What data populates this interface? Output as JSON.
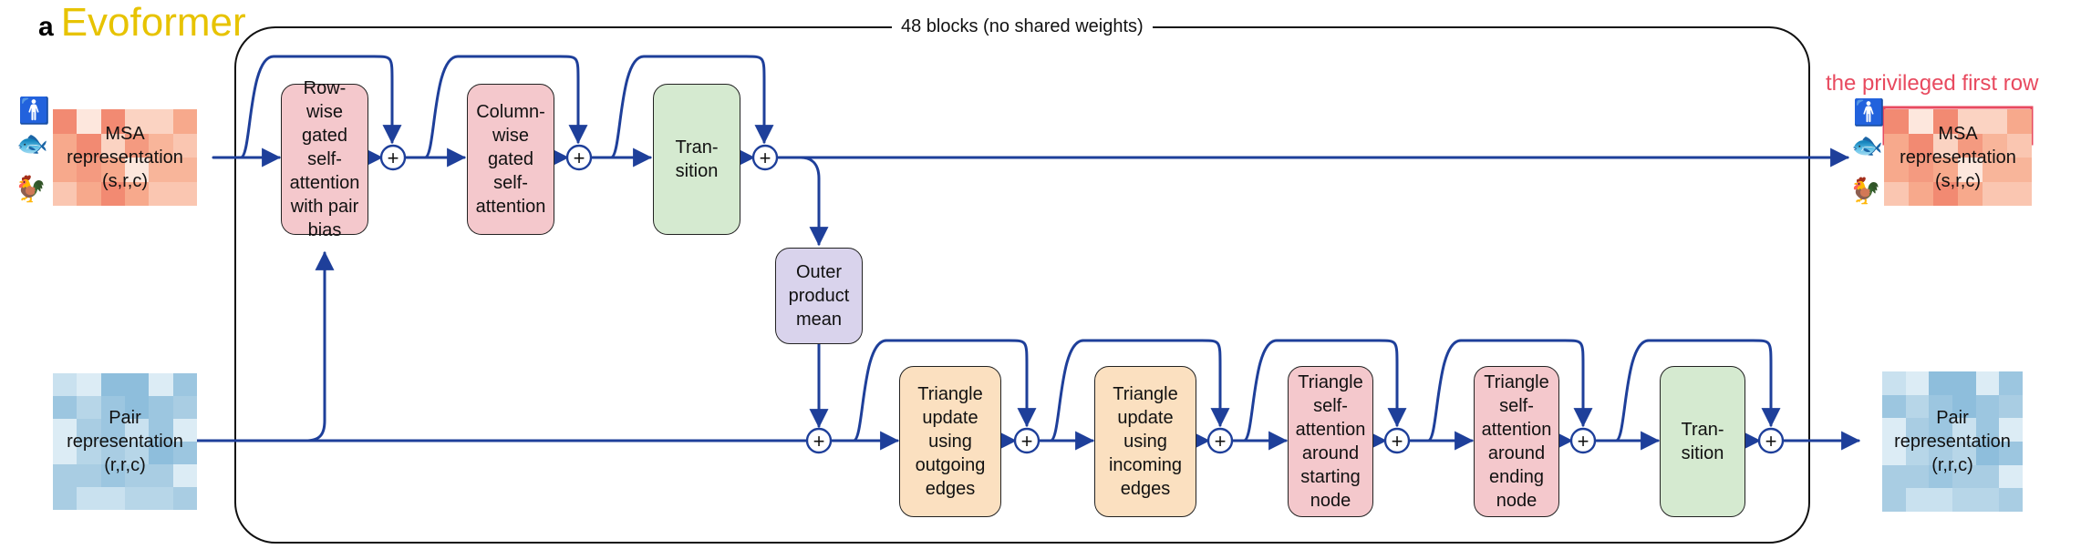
{
  "title": {
    "letter": "a",
    "text": "Evoformer"
  },
  "block_label": "48 blocks (no shared weights)",
  "annotation": "the privileged first row",
  "inputs": {
    "msa": {
      "line1": "MSA",
      "line2": "representation",
      "line3": "(s,r,c)"
    },
    "pair": {
      "line1": "Pair",
      "line2": "representation",
      "line3": "(r,r,c)"
    }
  },
  "outputs": {
    "msa": {
      "line1": "MSA",
      "line2": "representation",
      "line3": "(s,r,c)"
    },
    "pair": {
      "line1": "Pair",
      "line2": "representation",
      "line3": "(r,r,c)"
    }
  },
  "nodes": {
    "row_attention": [
      "Row-wise",
      "gated",
      "self-",
      "attention",
      "with pair",
      "bias"
    ],
    "column_attention": [
      "Column-",
      "wise",
      "gated",
      "self-",
      "attention"
    ],
    "msa_transition": [
      "Tran-",
      "sition"
    ],
    "outer_product_mean": [
      "Outer",
      "product",
      "mean"
    ],
    "triangle_outgoing": [
      "Triangle",
      "update",
      "using",
      "outgoing",
      "edges"
    ],
    "triangle_incoming": [
      "Triangle",
      "update",
      "using",
      "incoming",
      "edges"
    ],
    "triangle_attn_start": [
      "Triangle",
      "self-",
      "attention",
      "around",
      "starting",
      "node"
    ],
    "triangle_attn_end": [
      "Triangle",
      "self-",
      "attention",
      "around",
      "ending",
      "node"
    ],
    "pair_transition": [
      "Tran-",
      "sition"
    ]
  },
  "plus_symbol": "+",
  "colors": {
    "arrow": "#1e3f9a",
    "title": "#e7c300",
    "annotation": "#e84a5f",
    "msa_cells": [
      "#f8b59a",
      "#fbd3c2",
      "#f49a80",
      "#fde7dd",
      "#f7a98c",
      "#fac6b1",
      "#f28a72"
    ],
    "pair_cells": [
      "#a9cde3",
      "#c9e1ef",
      "#8ebedc",
      "#dcecf5",
      "#b7d6e8",
      "#9cc6e0"
    ]
  },
  "icons": [
    "human-icon",
    "fish-icon",
    "rooster-icon"
  ]
}
